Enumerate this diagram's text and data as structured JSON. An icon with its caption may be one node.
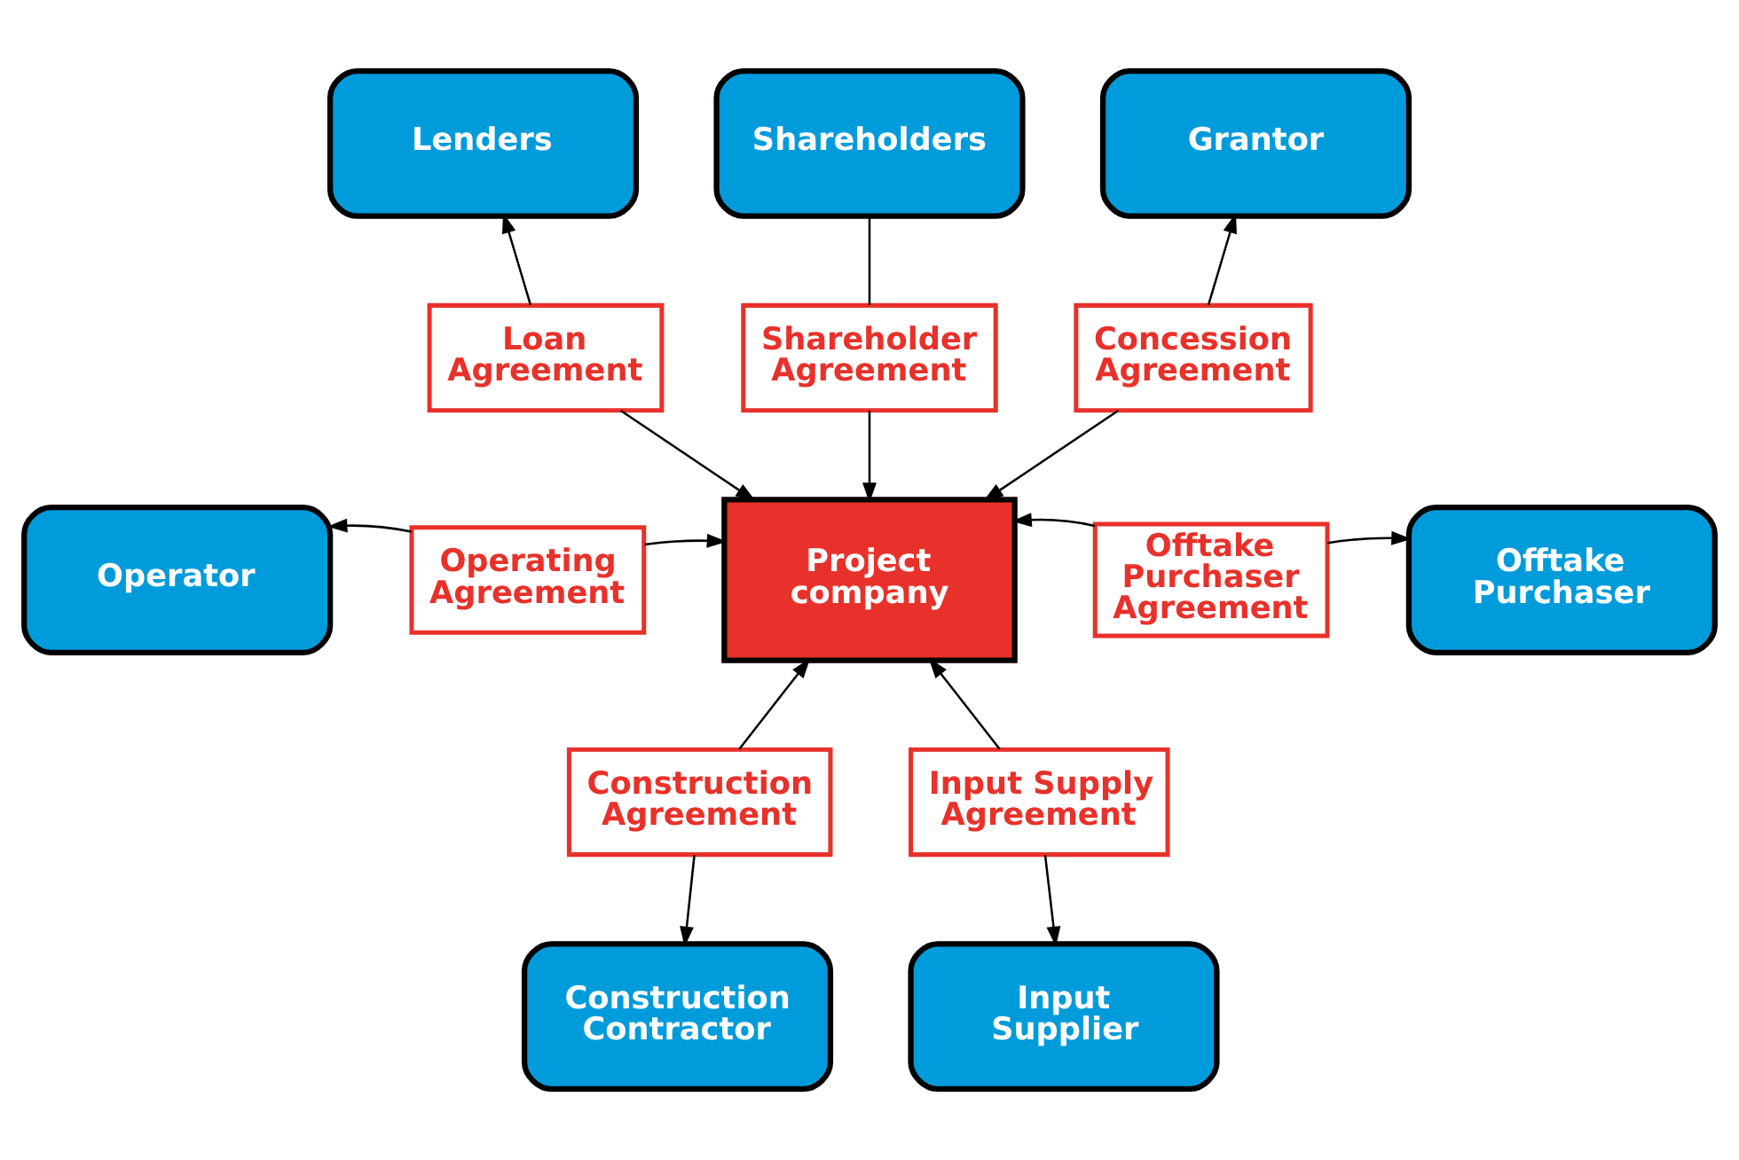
{
  "diagram": {
    "nodes": [
      {
        "text": [
          "Lenders"
        ]
      },
      {
        "text": [
          "Shareholders"
        ]
      },
      {
        "text": [
          "Grantor"
        ]
      },
      {
        "text": [
          "Loan Agreement"
        ]
      },
      {
        "text": [
          "Shareholder Agreement"
        ]
      },
      {
        "text": [
          "Concession Agreement"
        ]
      },
      {
        "text": [
          "Operator"
        ]
      },
      {
        "text": [
          "Operating Agreement"
        ]
      },
      {
        "text": [
          "Project company"
        ]
      },
      {
        "text": [
          "Offtake Purchaser Agreement"
        ]
      },
      {
        "text": [
          "Offtake Purchaser"
        ]
      },
      {
        "text": [
          "Construction Agreement"
        ]
      },
      {
        "text": [
          "Input Supply Agreement"
        ]
      },
      {
        "text": [
          "Construction Contractor"
        ]
      },
      {
        "text": [
          "Input Supplier"
        ]
      }
    ],
    "edges": [
      {
        "from": 3,
        "to": 0,
        "arrow": "to"
      },
      {
        "from": 3,
        "to": 8,
        "arrow": "to"
      },
      {
        "from": 1,
        "to": 4,
        "arrow": "none"
      },
      {
        "from": 4,
        "to": 8,
        "arrow": "to"
      },
      {
        "from": 5,
        "to": 2,
        "arrow": "to"
      },
      {
        "from": 5,
        "to": 8,
        "arrow": "to"
      },
      {
        "from": 7,
        "to": 6,
        "arrow": "to"
      },
      {
        "from": 7,
        "to": 8,
        "arrow": "to"
      },
      {
        "from": 9,
        "to": 8,
        "arrow": "to"
      },
      {
        "from": 9,
        "to": 10,
        "arrow": "to"
      },
      {
        "from": 11,
        "to": 8,
        "arrow": "to"
      },
      {
        "from": 11,
        "to": 13,
        "arrow": "to"
      },
      {
        "from": 12,
        "to": 8,
        "arrow": "to"
      },
      {
        "from": 12,
        "to": 14,
        "arrow": "to"
      }
    ]
  }
}
